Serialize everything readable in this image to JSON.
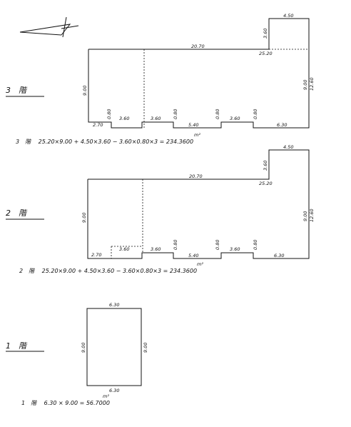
{
  "floors": [
    {
      "label": "3　階",
      "dims": {
        "top_width": "20.70",
        "tower_width": "4.50",
        "tower_height": "3.60",
        "inner_width": "25.20",
        "left_height": "9.00",
        "right_height_a": "9.00",
        "right_height_b": "12.60",
        "b1": "2.70",
        "b2": "0.80",
        "b3": "3.60",
        "b4": "3.60",
        "b5": "0.80",
        "b6": "5.40",
        "b7": "0.80",
        "b8": "3.60",
        "b9": "0.80",
        "b10": "6.30"
      },
      "formula": "3　階　 25.20×9.00 + 4.50×3.60 − 3.60×0.80×3 = 234.3600",
      "unit": "m²"
    },
    {
      "label": "2　階",
      "dims": {
        "top_width": "20.70",
        "tower_width": "4.50",
        "tower_height": "3.60",
        "inner_width": "25.20",
        "left_height": "9.00",
        "right_height_a": "9.00",
        "right_height_b": "12.60",
        "b1": "2.70",
        "b2": "3.60",
        "b3": "3.60",
        "b4": "0.80",
        "b5": "5.40",
        "b6": "0.80",
        "b7": "3.60",
        "b8": "0.80",
        "b9": "6.30"
      },
      "formula": "2　階　 25.20×9.00 + 4.50×3.60 − 3.60×0.80×3 = 234.3600",
      "unit": "m²"
    },
    {
      "label": "1　階",
      "dims": {
        "top": "6.30",
        "bottom": "6.30",
        "left": "9.00",
        "right": "9.00"
      },
      "formula": "1　階　 6.30 × 9.00 = 56.7000",
      "unit": "m²"
    }
  ]
}
